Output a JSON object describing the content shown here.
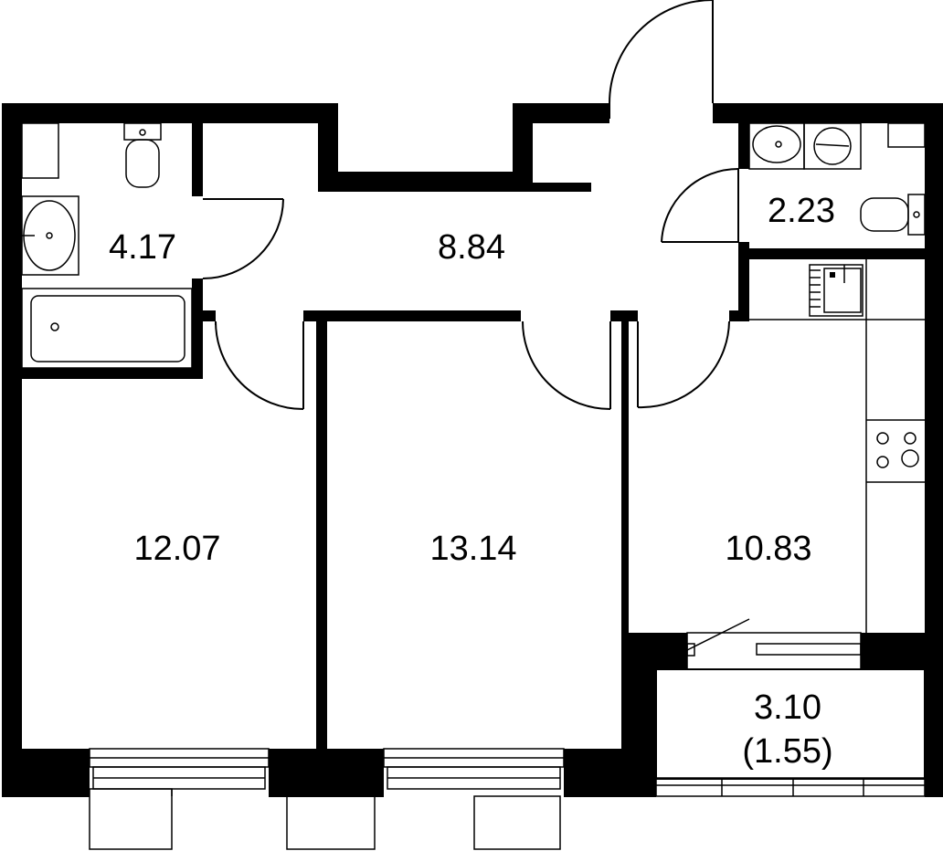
{
  "floor_plan": {
    "rooms": [
      {
        "id": "bathroom",
        "area": "4.17"
      },
      {
        "id": "hallway",
        "area": "8.84"
      },
      {
        "id": "toilet",
        "area": "2.23"
      },
      {
        "id": "bedroom-1",
        "area": "12.07"
      },
      {
        "id": "bedroom-2",
        "area": "13.14"
      },
      {
        "id": "kitchen",
        "area": "10.83"
      },
      {
        "id": "balcony",
        "area": "3.10",
        "area_reduced": "(1.55)"
      }
    ],
    "fixtures": [
      "toilet-icon",
      "sink-icon",
      "bathtub-icon",
      "washing-machine-icon",
      "stove-icon",
      "kitchen-sink-icon",
      "radiator-icon"
    ]
  }
}
